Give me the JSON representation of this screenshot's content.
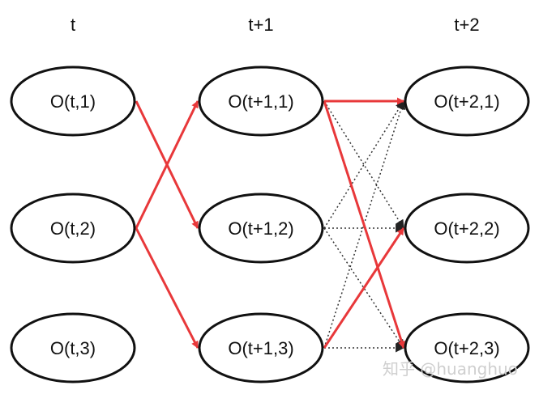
{
  "columns": [
    {
      "id": "t0",
      "label": "t"
    },
    {
      "id": "t1",
      "label": "t+1"
    },
    {
      "id": "t2",
      "label": "t+2"
    }
  ],
  "nodes": [
    {
      "id": "n_t_1",
      "label": "O(t,1)"
    },
    {
      "id": "n_t_2",
      "label": "O(t,2)"
    },
    {
      "id": "n_t_3",
      "label": "O(t,3)"
    },
    {
      "id": "n_t1_1",
      "label": "O(t+1,1)"
    },
    {
      "id": "n_t1_2",
      "label": "O(t+1,2)"
    },
    {
      "id": "n_t1_3",
      "label": "O(t+1,3)"
    },
    {
      "id": "n_t2_1",
      "label": "O(t+2,1)"
    },
    {
      "id": "n_t2_2",
      "label": "O(t+2,2)"
    },
    {
      "id": "n_t2_3",
      "label": "O(t+2,3)"
    }
  ],
  "edges": [
    {
      "from": "n_t_1",
      "to": "n_t1_2",
      "style": "solid-red"
    },
    {
      "from": "n_t_2",
      "to": "n_t1_1",
      "style": "solid-red"
    },
    {
      "from": "n_t_2",
      "to": "n_t1_3",
      "style": "solid-red"
    },
    {
      "from": "n_t1_1",
      "to": "n_t2_1",
      "style": "solid-red"
    },
    {
      "from": "n_t1_1",
      "to": "n_t2_3",
      "style": "solid-red"
    },
    {
      "from": "n_t1_3",
      "to": "n_t2_2",
      "style": "solid-red"
    },
    {
      "from": "n_t1_1",
      "to": "n_t2_2",
      "style": "dotted-black"
    },
    {
      "from": "n_t1_2",
      "to": "n_t2_1",
      "style": "dotted-black"
    },
    {
      "from": "n_t1_2",
      "to": "n_t2_2",
      "style": "dotted-black"
    },
    {
      "from": "n_t1_2",
      "to": "n_t2_3",
      "style": "dotted-black"
    },
    {
      "from": "n_t1_3",
      "to": "n_t2_1",
      "style": "dotted-black"
    },
    {
      "from": "n_t1_3",
      "to": "n_t2_3",
      "style": "dotted-black"
    }
  ],
  "colors": {
    "highlight": "#e8383a",
    "dotted": "#333333",
    "ink": "#111111"
  },
  "watermark": "知乎 @huanghuo"
}
